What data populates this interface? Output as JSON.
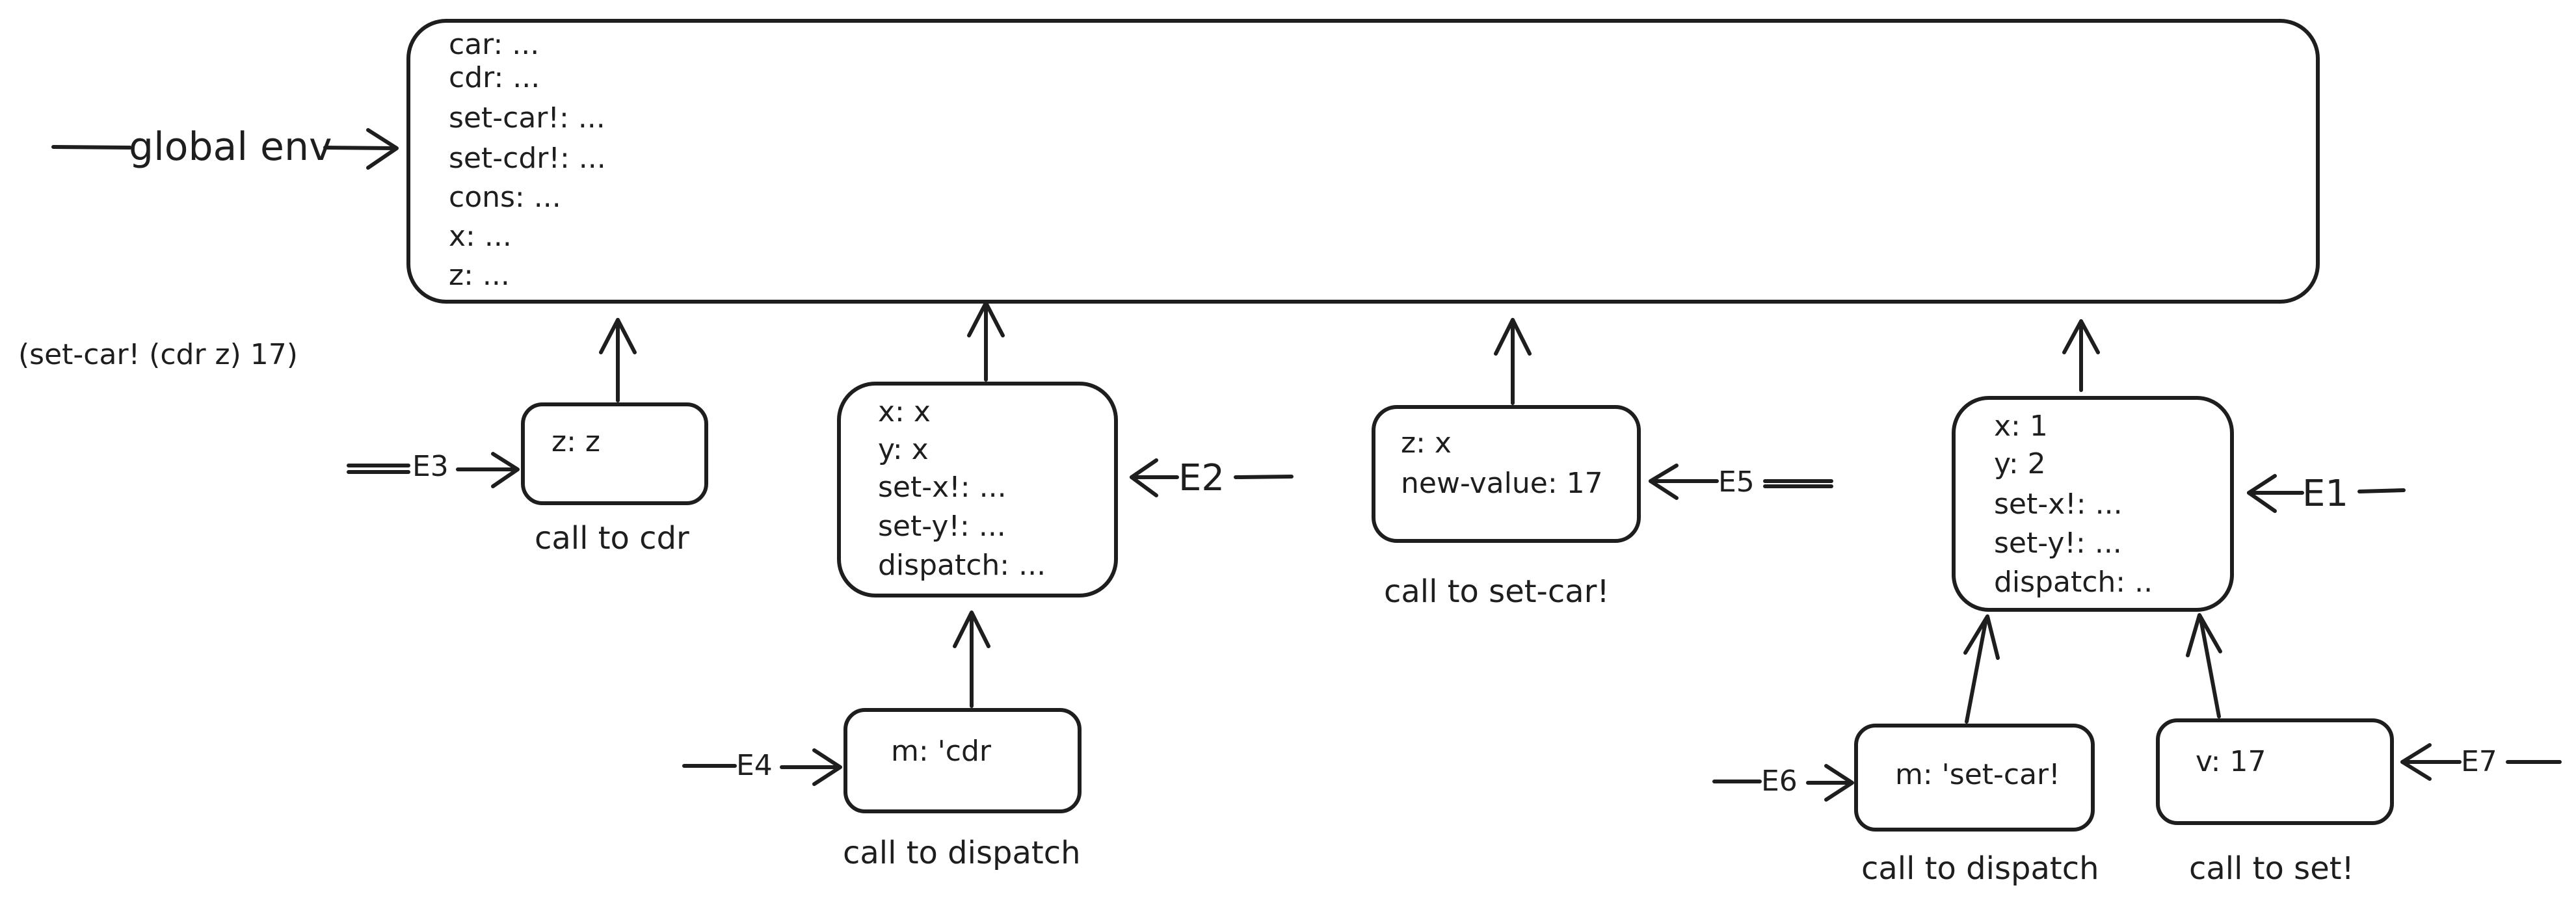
{
  "global_env": {
    "label": "global env",
    "bindings": [
      "car: ...",
      "cdr: ...",
      "set-car!: ...",
      "set-cdr!: ...",
      "cons: ...",
      "x: ...",
      "z: ..."
    ]
  },
  "expression": "(set-car! (cdr z) 17)",
  "frames": {
    "e3": {
      "label": "E3",
      "bindings": [
        "z: z"
      ],
      "caption": "call to cdr"
    },
    "e2": {
      "label": "E2",
      "bindings": [
        "x: x",
        "y: x",
        "set-x!: ...",
        "set-y!: ...",
        "dispatch: ..."
      ],
      "caption": ""
    },
    "e4": {
      "label": "E4",
      "bindings": [
        "m: 'cdr"
      ],
      "caption": "call to dispatch"
    },
    "e5": {
      "label": "E5",
      "bindings": [
        "z: x",
        "new-value: 17"
      ],
      "caption": "call to set-car!"
    },
    "e1": {
      "label": "E1",
      "bindings": [
        "x: 1",
        "y: 2",
        "set-x!: ...",
        "set-y!: ...",
        "dispatch: .."
      ],
      "caption": ""
    },
    "e6": {
      "label": "E6",
      "bindings": [
        "m: 'set-car!"
      ],
      "caption": "call to dispatch"
    },
    "e7": {
      "label": "E7",
      "bindings": [
        "v: 17"
      ],
      "caption": "call to set!"
    }
  }
}
